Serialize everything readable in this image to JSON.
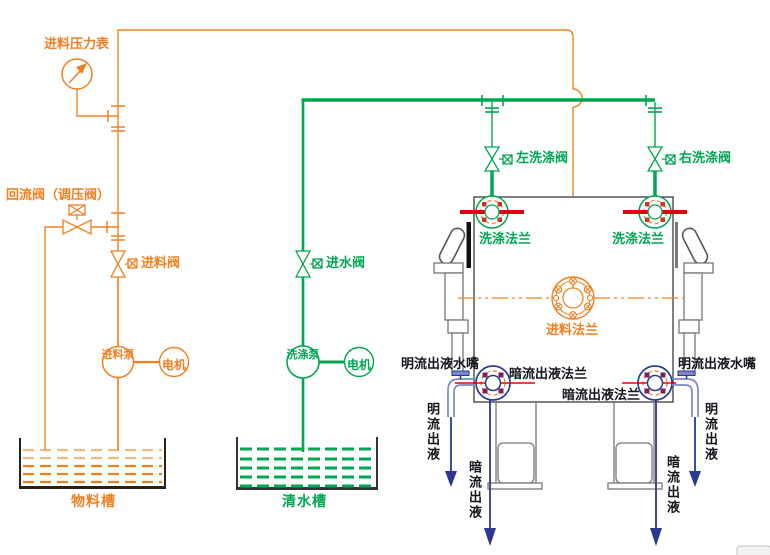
{
  "colors": {
    "pipe_orange": "#ef8021",
    "pipe_green": "#00a651",
    "flange_red": "#e60012",
    "outlet_navy": "#2b3990",
    "outlet_pipe_blue": "#7d87c8",
    "label_dark": "#15151d"
  },
  "feed_line": {
    "pressure_gauge_label": "进料压力表",
    "return_valve_label": "回流阀（调压阀）",
    "feed_valve_label": "进料阀",
    "feed_pump_label": "进料泵",
    "motor_label": "电机",
    "material_tank_label": "物料槽"
  },
  "wash_line": {
    "water_inlet_valve_label": "进水阀",
    "wash_pump_label": "洗涤泵",
    "motor_label": "电机",
    "clean_water_tank_label": "清水槽"
  },
  "filter_press": {
    "left_wash_valve_label": "左洗涤阀",
    "right_wash_valve_label": "右洗涤阀",
    "wash_flange_label": "洗涤法兰",
    "feed_flange_label": "进料法兰",
    "open_flow_nozzle_label": "明流出液水嘴",
    "dark_flow_flange_label": "暗流出液法兰",
    "open_flow_outlet_label": "明流出液",
    "dark_flow_outlet_label": "暗流出液"
  }
}
